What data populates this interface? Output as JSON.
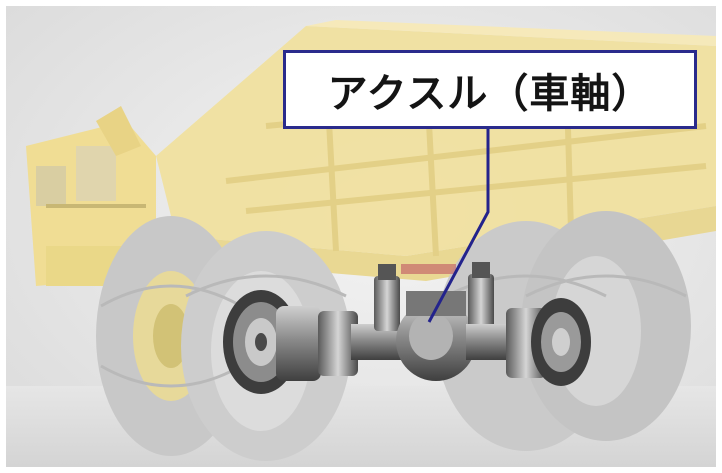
{
  "callout": {
    "label": "アクスル（車軸）"
  },
  "colors": {
    "callout_border": "#2a2b8c",
    "leader_line": "#23238c",
    "truck_body": "#f2e29b",
    "tire": "#c9c9c9",
    "axle_metal": "#6e6e6e",
    "background": "#e7e7e7"
  },
  "illustration": {
    "subject": "mining-dump-truck",
    "highlight": "axle-assembly"
  }
}
